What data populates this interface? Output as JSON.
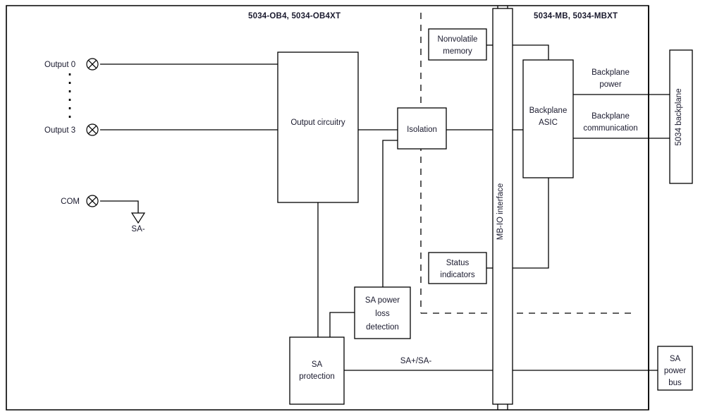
{
  "diagram": {
    "title_left": "5034-OB4, 5034-OB4XT",
    "title_right": "5034-MB, 5034-MBXT",
    "terminals": [
      {
        "label": "Output 0",
        "name": "terminal-output-0"
      },
      {
        "label": "Output 3",
        "name": "terminal-output-3"
      },
      {
        "label": "COM",
        "name": "terminal-com"
      }
    ],
    "ground_label": "SA-",
    "blocks": [
      {
        "id": "output-circuitry",
        "label": "Output circuitry"
      },
      {
        "id": "isolation",
        "label": "Isolation"
      },
      {
        "id": "nonvolatile-memory",
        "label": "Nonvolatile memory",
        "line1": "Nonvolatile",
        "line2": "memory"
      },
      {
        "id": "status-indicators",
        "label": "Status indicators",
        "line1": "Status",
        "line2": "indicators"
      },
      {
        "id": "sa-power-loss-detection",
        "label": "SA power loss detection",
        "line1": "SA power",
        "line2": "loss",
        "line3": "detection"
      },
      {
        "id": "sa-protection",
        "label": "SA protection",
        "line1": "SA",
        "line2": "protection"
      },
      {
        "id": "mb-io-interface",
        "label": "MB-IO interface"
      },
      {
        "id": "backplane-asic",
        "label": "Backplane ASIC",
        "line1": "Backplane",
        "line2": "ASIC"
      },
      {
        "id": "backplane",
        "label": "5034 backplane"
      },
      {
        "id": "sa-power-bus",
        "label": "SA power bus",
        "line1": "SA",
        "line2": "power",
        "line3": "bus"
      }
    ],
    "connection_labels": [
      {
        "id": "backplane-power",
        "line1": "Backplane",
        "line2": "power"
      },
      {
        "id": "backplane-communication",
        "line1": "Backplane",
        "line2": "communication"
      },
      {
        "id": "sa-bus",
        "text": "SA+/SA-"
      }
    ],
    "colors": {
      "stroke": "#000000",
      "text": "#1a1a2e",
      "background": "#ffffff"
    }
  }
}
